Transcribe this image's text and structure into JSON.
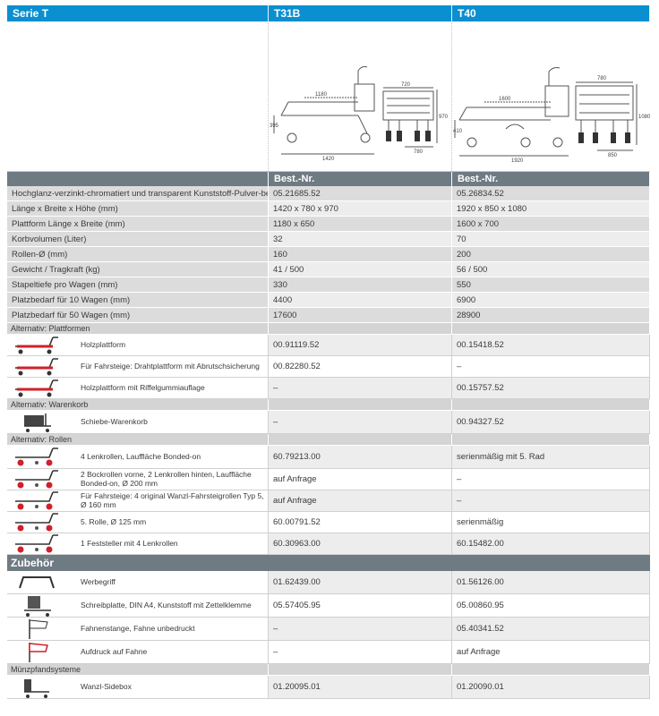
{
  "header": {
    "series": "Serie T",
    "model_a": "T31B",
    "model_b": "T40"
  },
  "drawings": {
    "t31b": {
      "width": "720",
      "len_platform": "1180",
      "height_left": "395",
      "height_right": "970",
      "len_total": "1420",
      "depth": "780"
    },
    "t40": {
      "width": "780",
      "len_platform": "1600",
      "height_left": "410",
      "height_right": "1080",
      "len_total": "1920",
      "depth": "850"
    }
  },
  "order_header": {
    "a": "Best.-Nr.",
    "b": "Best.-Nr."
  },
  "spec_rows": [
    {
      "label": "Hochglanz-verzinkt-chromatiert und transparent Kunststoff-Pulver-beschichtet",
      "a": "05.21685.52",
      "b": "05.26834.52"
    },
    {
      "label": "Länge x Breite x Höhe (mm)",
      "a": "1420 x 780 x 970",
      "b": "1920 x 850 x 1080"
    },
    {
      "label": "Plattform Länge x Breite (mm)",
      "a": "1180 x 650",
      "b": "1600 x 700"
    },
    {
      "label": "Korbvolumen (Liter)",
      "a": "32",
      "b": "70"
    },
    {
      "label": "Rollen-Ø (mm)",
      "a": "160",
      "b": "200"
    },
    {
      "label": "Gewicht / Tragkraft (kg)",
      "a": "41 / 500",
      "b": "56 / 500"
    },
    {
      "label": "Stapeltiefe pro Wagen (mm)",
      "a": "330",
      "b": "550"
    },
    {
      "label": "Platzbedarf für 10 Wagen (mm)",
      "a": "4400",
      "b": "6900"
    },
    {
      "label": "Platzbedarf für 50 Wagen (mm)",
      "a": "17600",
      "b": "28900"
    }
  ],
  "sections": {
    "plattformen": "Alternativ: Plattformen",
    "warenkorb": "Alternativ: Warenkorb",
    "rollen": "Alternativ: Rollen",
    "zubehoer": "Zubehör",
    "muenz": "Münzpfandsysteme"
  },
  "plattformen": [
    {
      "icon": "platform-cart-icon",
      "label": "Holzplattform",
      "a": "00.91119.52",
      "b": "00.15418.52"
    },
    {
      "icon": "platform-cart-icon",
      "label": "Für Fahrsteige: Drahtplattform mit Abrutschsicherung",
      "a": "00.82280.52",
      "b": "–"
    },
    {
      "icon": "platform-cart-icon",
      "label": "Holzplattform mit Riffelgummiauflage",
      "a": "–",
      "b": "00.15757.52"
    }
  ],
  "warenkorb": [
    {
      "icon": "basket-icon",
      "label": "Schiebe-Warenkorb",
      "a": "–",
      "b": "00.94327.52"
    }
  ],
  "rollen": [
    {
      "icon": "castor-cart-icon",
      "label": "4 Lenkrollen, Lauffläche Bonded-on",
      "a": "60.79213.00",
      "b": "serienmäßig mit 5. Rad"
    },
    {
      "icon": "castor-cart-icon",
      "label": "2 Bockrollen vorne, 2 Lenkrollen hinten, Lauffläche Bonded-on, Ø 200 mm",
      "a": "auf Anfrage",
      "b": "–"
    },
    {
      "icon": "castor-cart-icon",
      "label": "Für Fahrsteige: 4 original Wanzl-Fahrsteigrollen Typ 5, Ø 160 mm",
      "a": "auf Anfrage",
      "b": "–"
    },
    {
      "icon": "castor-cart-icon",
      "label": "5. Rolle, Ø 125 mm",
      "a": "60.00791.52",
      "b": "serienmäßig"
    },
    {
      "icon": "castor-cart-icon",
      "label": "1 Feststeller mit 4 Lenkrollen",
      "a": "60.30963.00",
      "b": "60.15482.00"
    }
  ],
  "zubehoer": [
    {
      "icon": "handle-icon",
      "label": "Werbegriff",
      "a": "01.62439.00",
      "b": "01.56126.00"
    },
    {
      "icon": "clipboard-icon",
      "label": "Schreibplatte, DIN A4, Kunststoff mit Zettelklemme",
      "a": "05.57405.95",
      "b": "05.00860.95"
    },
    {
      "icon": "flag-icon",
      "label": "Fahnenstange, Fahne unbedruckt",
      "a": "–",
      "b": "05.40341.52"
    },
    {
      "icon": "flag-print-icon",
      "label": "Aufdruck auf Fahne",
      "a": "–",
      "b": "auf Anfrage"
    }
  ],
  "muenz": [
    {
      "icon": "sidebox-icon",
      "label": "Wanzl-Sidebox",
      "a": "01.20095.01",
      "b": "01.20090.01"
    }
  ]
}
